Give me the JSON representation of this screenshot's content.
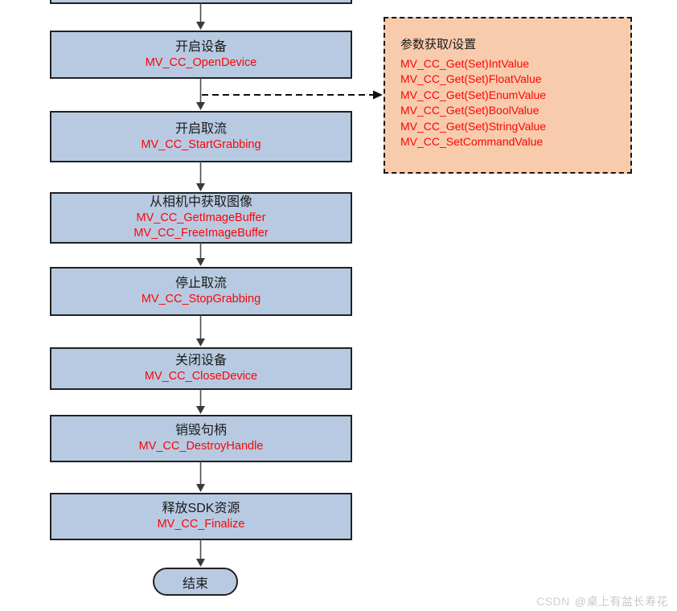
{
  "palette": {
    "box_fill": "#b8cae2",
    "box_border": "#212121",
    "panel_fill": "#f8cbad",
    "api_red": "#fb0505",
    "label_black": "#1a1a1a",
    "arrow": "#4d4d4d"
  },
  "flow": {
    "steps": [
      {
        "id": "open-device",
        "title": "开启设备",
        "apis": [
          "MV_CC_OpenDevice"
        ]
      },
      {
        "id": "start-grabbing",
        "title": "开启取流",
        "apis": [
          "MV_CC_StartGrabbing"
        ]
      },
      {
        "id": "get-image",
        "title": "从相机中获取图像",
        "apis": [
          "MV_CC_GetImageBuffer",
          "MV_CC_FreeImageBuffer"
        ]
      },
      {
        "id": "stop-grabbing",
        "title": "停止取流",
        "apis": [
          "MV_CC_StopGrabbing"
        ]
      },
      {
        "id": "close-device",
        "title": "关闭设备",
        "apis": [
          "MV_CC_CloseDevice"
        ]
      },
      {
        "id": "destroy-handle",
        "title": "销毁句柄",
        "apis": [
          "MV_CC_DestroyHandle"
        ]
      },
      {
        "id": "finalize",
        "title": "释放SDK资源",
        "apis": [
          "MV_CC_Finalize"
        ]
      }
    ],
    "terminator": {
      "label": "结束"
    }
  },
  "side_panel": {
    "title": "参数获取/设置",
    "apis": [
      "MV_CC_Get(Set)IntValue",
      "MV_CC_Get(Set)FloatValue",
      "MV_CC_Get(Set)EnumValue",
      "MV_CC_Get(Set)BoolValue",
      "MV_CC_Get(Set)StringValue",
      "MV_CC_SetCommandValue"
    ]
  },
  "watermark": {
    "brand": "CSDN",
    "user": "@桌上有盆长寿花"
  }
}
